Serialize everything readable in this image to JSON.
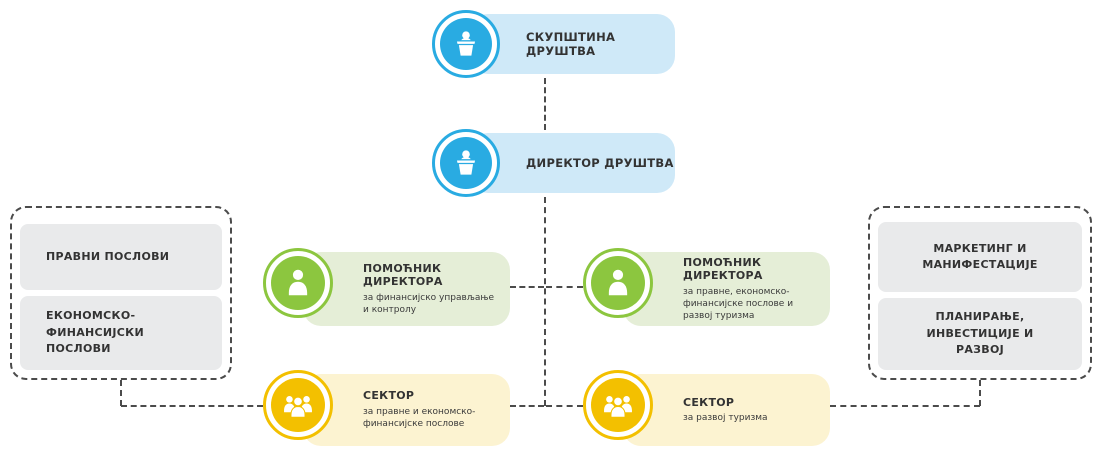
{
  "org_chart": {
    "assembly": {
      "title": "СКУПШТИНА ДРУШТВА"
    },
    "director": {
      "title": "ДИРЕКТОР ДРУШТВА"
    },
    "assistant_left": {
      "title": "ПОМОЋНИК ДИРЕКТОРА",
      "subtitle": "за финансијско управљање и контролу"
    },
    "assistant_right": {
      "title": "ПОМОЋНИК ДИРЕКТОРА",
      "subtitle": "за правне, економско-финансијске послове и развој туризма"
    },
    "sector_left": {
      "title": "СЕКТОР",
      "subtitle": "за правне и економско-финансијске послове"
    },
    "sector_right": {
      "title": "СЕКТОР",
      "subtitle": "за развој туризма"
    },
    "left_group": {
      "items": [
        {
          "label": "ПРАВНИ ПОСЛОВИ"
        },
        {
          "label": "ЕКОНОМСКО-ФИНАНСИЈСКИ ПОСЛОВИ"
        }
      ]
    },
    "right_group": {
      "items": [
        {
          "label": "МАРКЕТИНГ И МАНИФЕСТАЦИЈЕ"
        },
        {
          "label": "ПЛАНИРАЊЕ, ИНВЕСТИЦИЈЕ И РАЗВОЈ"
        }
      ]
    },
    "icons": {
      "assembly": "podium-speaker-icon",
      "director": "podium-speaker-icon",
      "assistant": "person-icon",
      "sector": "people-group-icon"
    },
    "colors": {
      "blue": "#29abe2",
      "blue_bg": "#cfe9f8",
      "green": "#8cc63f",
      "green_bg": "#e5eed7",
      "yellow": "#f3c000",
      "yellow_bg": "#fcf3d1",
      "gray_box": "#e9eaeb",
      "line": "#4b4b4b"
    }
  }
}
